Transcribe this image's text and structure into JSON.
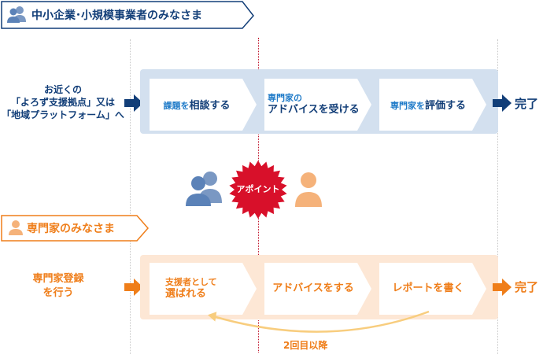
{
  "header_business": {
    "title": "中小企業･小規模事業者のみなさま",
    "icon": "people-icon"
  },
  "header_expert": {
    "title": "専門家のみなさま",
    "icon": "person-icon"
  },
  "business_flow": {
    "start_lines": [
      "お近くの",
      "「よろず支援拠点」又は",
      "「地域プラットフォーム」へ"
    ],
    "steps": [
      {
        "pre": "課題を",
        "main": "相談する"
      },
      {
        "line1": "専門家の",
        "line2": "アドバイスを受ける"
      },
      {
        "pre": "専門家を",
        "main": "評価する"
      }
    ],
    "end": "完了"
  },
  "center": {
    "badge": "アポイント"
  },
  "expert_flow": {
    "start_lines": [
      "専門家登録",
      "を行う"
    ],
    "steps": [
      {
        "line1": "支援者として",
        "line2": "選ばれる"
      },
      {
        "main": "アドバイスをする"
      },
      {
        "main": "レポートを書く"
      }
    ],
    "end": "完了",
    "loop_label": "2回目以降"
  },
  "colors": {
    "blue_dark": "#123e78",
    "blue_light_bg": "#d3e0ef",
    "orange": "#ef7e1a",
    "orange_light_bg": "#fde7d5",
    "red": "#d8102a"
  }
}
